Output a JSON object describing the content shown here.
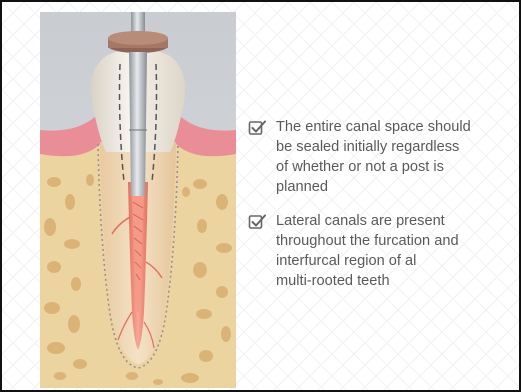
{
  "slide": {
    "background_color": "#ffffff",
    "border_color": "#111111",
    "text_color": "#5a5a5a",
    "illustration": {
      "subject": "root canal instrument in molar",
      "colors": {
        "background": "#cfd2d6",
        "enamel": "#f1ece4",
        "gum": "#e98d96",
        "bone": "#ecd4a0",
        "pulp": "#f0907e",
        "instrument_metal": "#b7bcc2",
        "stopper": "#a57766"
      }
    },
    "bullets": [
      {
        "icon": "checkbox-checked-icon",
        "text": "The entire canal space should\nbe sealed initially regardless\nof whether or not a post is\nplanned"
      },
      {
        "icon": "checkbox-checked-icon",
        "text": "Lateral canals are present\nthroughout the furcation and\ninterfurcal region of al\nmulti-rooted teeth"
      }
    ]
  }
}
